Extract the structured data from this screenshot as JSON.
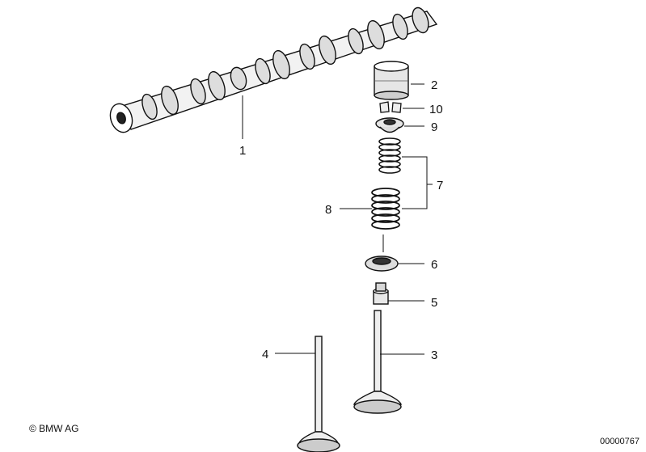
{
  "callouts": {
    "c1": "1",
    "c2": "2",
    "c3": "3",
    "c4": "4",
    "c5": "5",
    "c6": "6",
    "c7": "7",
    "c8": "8",
    "c9": "9",
    "c10": "10"
  },
  "footer": {
    "copyright": "© BMW AG",
    "diagram_number": "00000767"
  }
}
